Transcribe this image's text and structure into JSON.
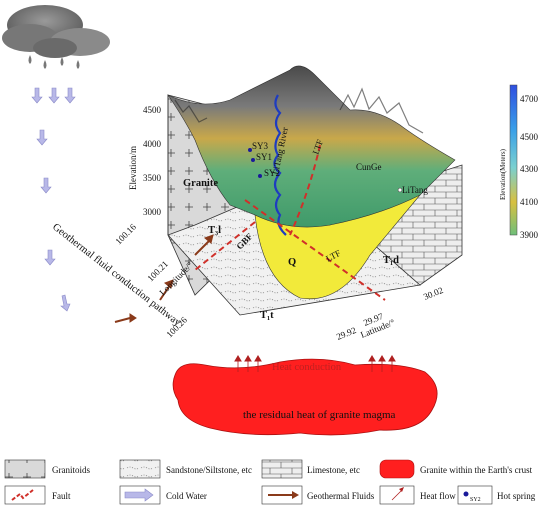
{
  "labels": {
    "granite": "Granite",
    "river": "LiTang River",
    "town_cunge": "CunGe",
    "town_litang": "LiTang",
    "springs": [
      "SY3",
      "SY1",
      "SY2"
    ],
    "fault_ltf": "LTF",
    "fault_gbf": "GBF",
    "unit_t3l": "T₃l",
    "unit_t1t": "T₁t",
    "unit_t1d": "T₁d",
    "unit_q": "Q",
    "pathway": "Geothermal fluid conduction pathway",
    "heat_conduction": "Heat conduction",
    "magma": "the residual heat of granite magma"
  },
  "axes": {
    "elevation_label": "Elevation/m",
    "elevation_ticks": [
      "4500",
      "4000",
      "3500",
      "3000"
    ],
    "longitude_label": "Longitude/°",
    "longitude_ticks": [
      "100.16",
      "100.21",
      "100.26"
    ],
    "latitude_label": "Latitude/°",
    "latitude_ticks": [
      "29.92",
      "29.97",
      "30.02"
    ]
  },
  "colorbar": {
    "title": "Elevation(Meters)",
    "ticks": [
      "4700",
      "4500",
      "4300",
      "4100",
      "3900"
    ],
    "colors": [
      "#2f4fe0",
      "#3aa0e8",
      "#7ad0d0",
      "#d8c040",
      "#6fbf7a"
    ]
  },
  "legend": [
    {
      "symbol": "cross-pattern",
      "label": "Granitoids"
    },
    {
      "symbol": "dots-pattern",
      "label": "Sandstone/Siltstone, etc"
    },
    {
      "symbol": "brick-pattern",
      "label": "Limestone, etc"
    },
    {
      "symbol": "red-blob",
      "label": "Granite within the Earth's crust"
    },
    {
      "symbol": "fault-icon",
      "label": "Fault"
    },
    {
      "symbol": "cold-water-arrow",
      "label": "Cold Water"
    },
    {
      "symbol": "geothermal-arrow",
      "label": "Geothermal Fluids"
    },
    {
      "symbol": "heat-flow-arrow",
      "label": "Heat flow"
    },
    {
      "symbol": "hot-spring-dot",
      "label": "Hot spring"
    }
  ],
  "legend_hot_spring_sub": "SY2"
}
